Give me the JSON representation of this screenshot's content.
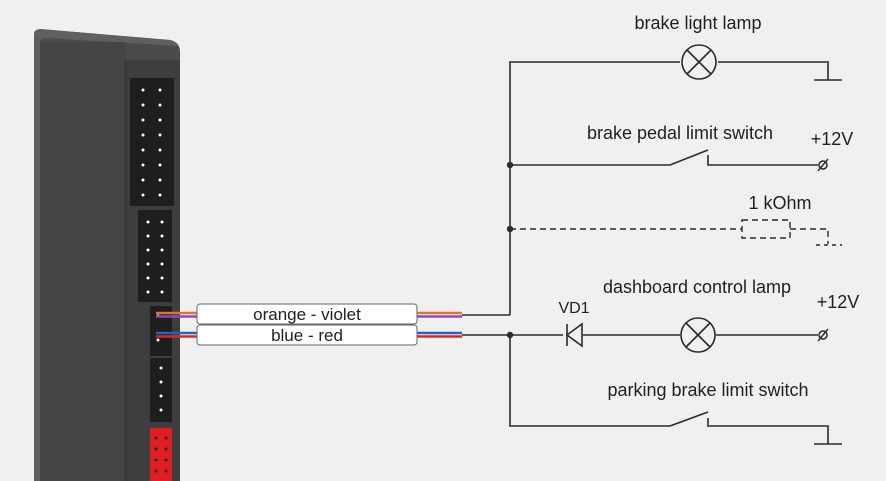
{
  "labels": {
    "brake_light": "brake light lamp",
    "brake_pedal": "brake pedal limit switch",
    "v12_top": "+12V",
    "resistor": "1 kOhm",
    "dashboard": "dashboard control lamp",
    "vd1": "VD1",
    "v12_mid": "+12V",
    "parking": "parking brake limit switch",
    "wire_orange": "orange - violet",
    "wire_blue": "blue - red"
  },
  "colors": {
    "background": "#f0f0f0",
    "module_body": "#4a4a4c",
    "wire_orange": "#e8722c",
    "wire_violet": "#8a4fb4",
    "wire_blue": "#2a62b8",
    "wire_red": "#d62a2a",
    "connector_red": "#e02020"
  }
}
